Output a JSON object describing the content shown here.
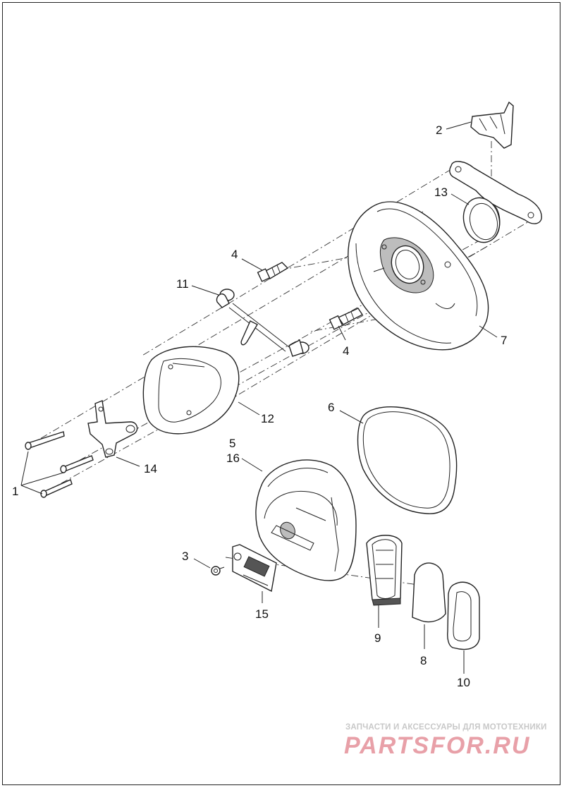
{
  "callouts": {
    "c1": "1",
    "c2": "2",
    "c3": "3",
    "c4a": "4",
    "c4b": "4",
    "c5": "5",
    "c6": "6",
    "c7": "7",
    "c8": "8",
    "c9": "9",
    "c10": "10",
    "c11": "11",
    "c12": "12",
    "c13": "13",
    "c14": "14",
    "c15": "15",
    "c16": "16"
  },
  "watermark": {
    "tagline": "ЗАПЧАСТИ И АКСЕССУАРЫ ДЛЯ МОТОТЕХНИКИ",
    "logo": "PARTSFOR.RU",
    "logo_color": "#e8a0a8"
  }
}
